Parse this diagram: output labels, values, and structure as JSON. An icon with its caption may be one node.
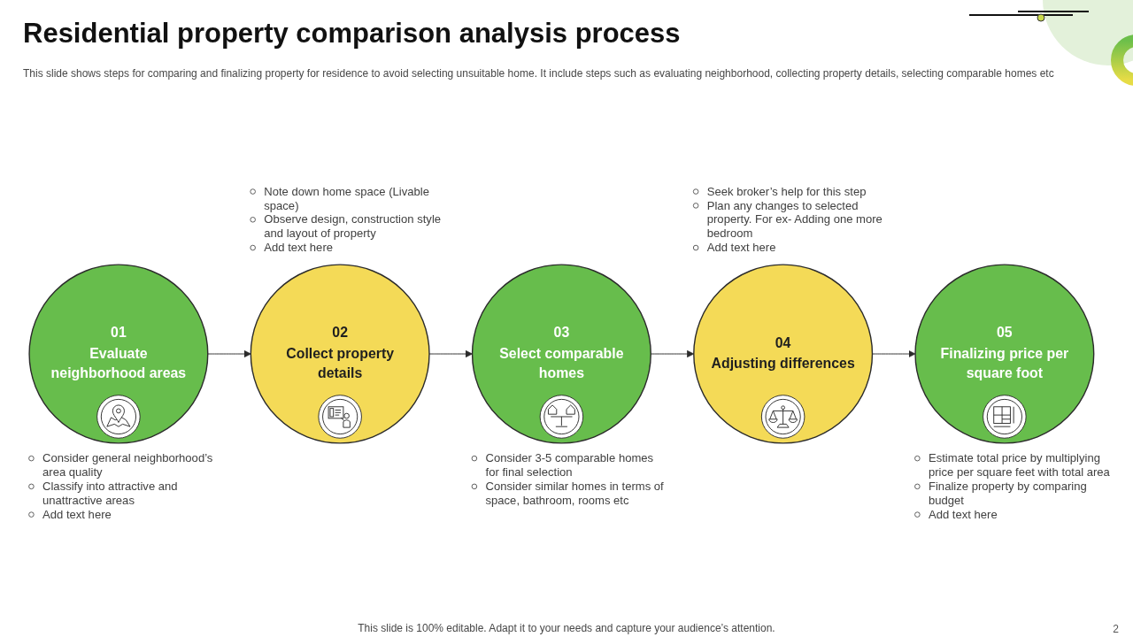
{
  "diagram": {
    "title": "Residential property comparison analysis process",
    "caption": "This slide is 100% editable. Adapt it to your needs and capture your audience’s attention.",
    "nodes": [
      {
        "text": [
          "01",
          "Evaluate neighborhood areas"
        ],
        "beside": [
          "Consider general neighborhood’s area quality",
          "Classify into attractive and unattractive areas",
          "Add text here"
        ]
      },
      {
        "text": [
          "02",
          "Collect property details"
        ],
        "beside": [
          "Note down home space (Livable space)",
          "Observe design, construction style and layout of property",
          "Add text here"
        ]
      },
      {
        "text": [
          "03",
          "Select comparable homes"
        ],
        "beside": [
          "Consider 3-5 comparable homes for final selection",
          "Consider similar homes in terms of space, bathroom, rooms etc"
        ]
      },
      {
        "text": [
          "04",
          "Adjusting differences"
        ],
        "beside": [
          "Seek broker’s help for this step",
          "Plan any changes to selected property. For ex- Adding one more bedroom",
          "Add text here"
        ]
      },
      {
        "text": [
          "05",
          "Finalizing price per square foot"
        ],
        "beside": [
          "Estimate total price by multiplying price per square feet with total area",
          "Finalize property by comparing budget",
          "Add text here"
        ]
      }
    ],
    "edges": [
      {
        "from": 0,
        "to": 1,
        "arrow": "to"
      },
      {
        "from": 1,
        "to": 2,
        "arrow": "to"
      },
      {
        "from": 2,
        "to": 3,
        "arrow": "to"
      },
      {
        "from": 3,
        "to": 4,
        "arrow": "to"
      }
    ],
    "labels": [
      "This slide shows steps for comparing and finalizing property for residence to avoid selecting unsuitable home. It include steps such as evaluating neighborhood, collecting property details, selecting comparable homes etc",
      "2"
    ]
  }
}
